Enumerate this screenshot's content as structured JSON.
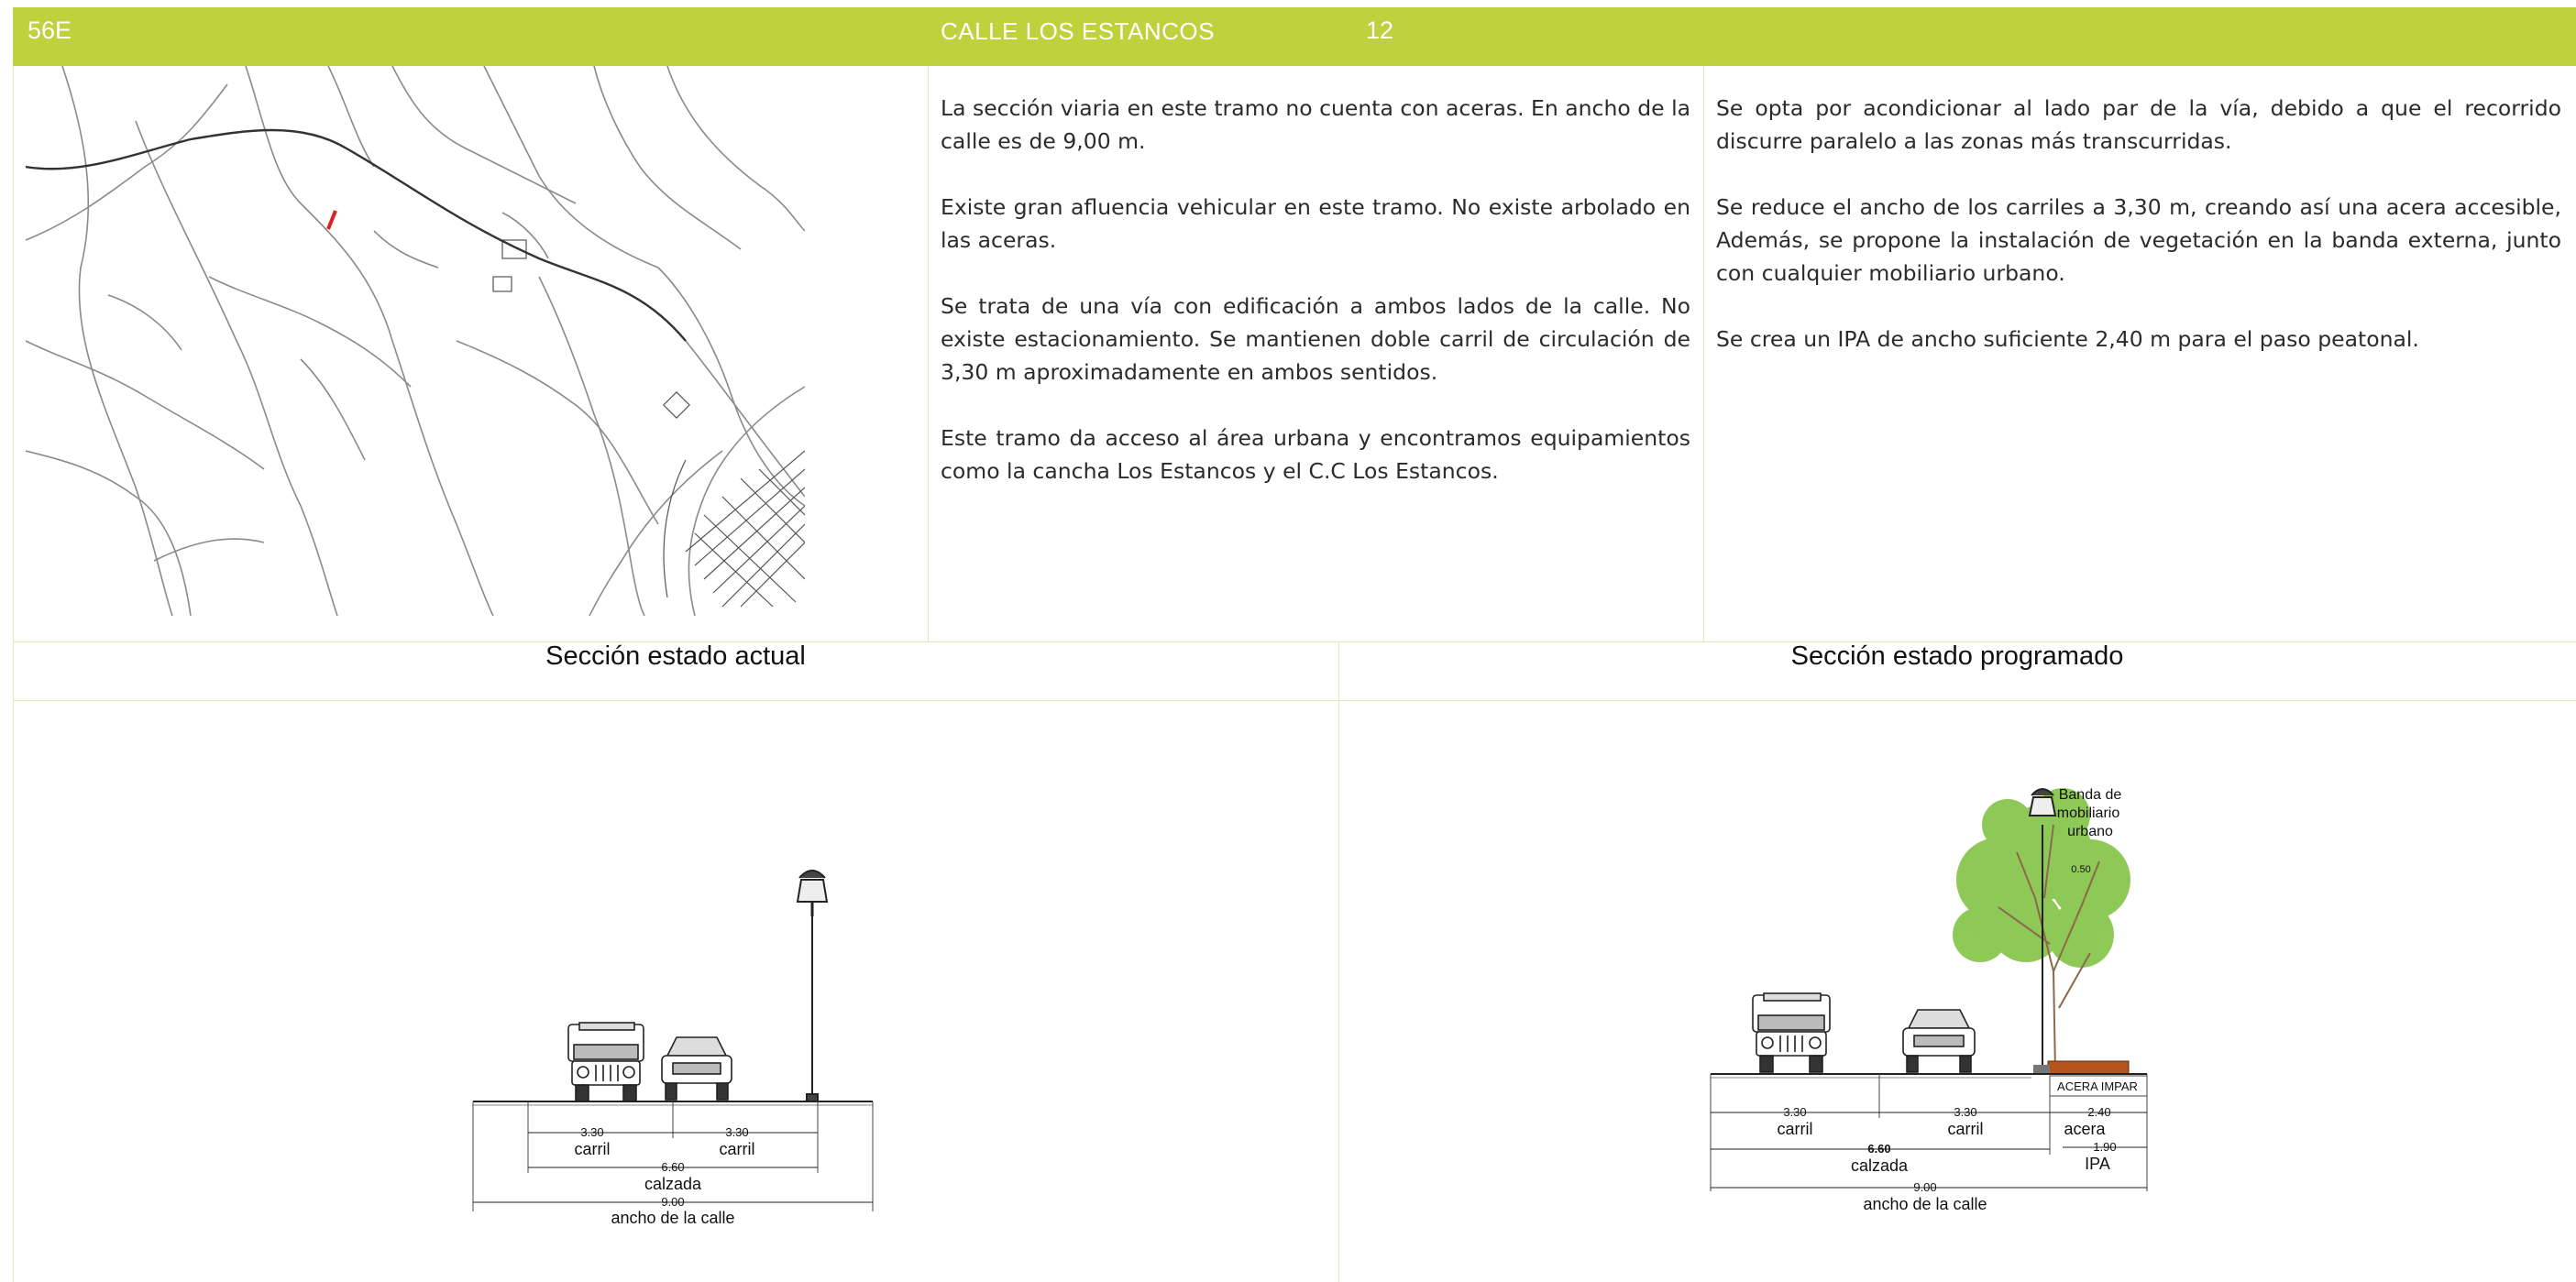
{
  "header": {
    "code": "56E",
    "title": "CALLE LOS ESTANCOS",
    "number": "12"
  },
  "description": {
    "middle_paragraphs": [
      "La sección viaria en este tramo no cuenta con aceras. En ancho de la calle es de 9,00 m.",
      "Existe gran afluencia vehicular en este tramo. No existe arbolado en las aceras.",
      "Se trata de una vía con edificación a ambos lados de la calle.  No existe estacionamiento. Se mantienen doble carril de circulación de 3,30 m aproximadamente en ambos sentidos.",
      "Este tramo da acceso al área urbana y encontramos equipamientos como la cancha Los Estancos y el C.C Los Estancos."
    ],
    "right_paragraphs": [
      "Se opta por acondicionar al lado par de la vía, debido a que el recorrido discurre paralelo a las zonas más transcurridas.",
      "Se reduce el ancho de los carriles a 3,30 m, creando así una acera accesible, Además, se propone la instalación de vegetación en la banda externa, junto con cualquier mobiliario urbano.",
      "Se crea un IPA de ancho suficiente 2,40 m para el paso peatonal."
    ]
  },
  "sections": {
    "current": {
      "title": "Sección estado actual",
      "lane1_value": "3.30",
      "lane1_label": "carril",
      "lane2_value": "3.30",
      "lane2_label": "carril",
      "road_value": "6.60",
      "road_label": "calzada",
      "street_value": "9.00",
      "street_label": "ancho de la calle"
    },
    "planned": {
      "title": "Sección estado programado",
      "furniture_label_1": "Banda de",
      "furniture_label_2": "mobiliario",
      "furniture_label_3": "urbano",
      "furniture_value": "0.50",
      "sidewalk_tag": "ACERA IMPAR",
      "lane1_value": "3.30",
      "lane1_label": "carril",
      "lane2_value": "3.30",
      "lane2_label": "carril",
      "road_value": "6.60",
      "road_label": "calzada",
      "sidewalk_value": "2.40",
      "sidewalk_label": "acera",
      "ipa_value": "1.90",
      "ipa_label": "IPA",
      "street_value": "9.00",
      "street_label": "ancho de la calle"
    }
  },
  "colors": {
    "header_green": "#bfd13c",
    "highlight_red": "#e02020",
    "curb_brown": "#b5541c",
    "tree_green": "#7bbf3a"
  }
}
